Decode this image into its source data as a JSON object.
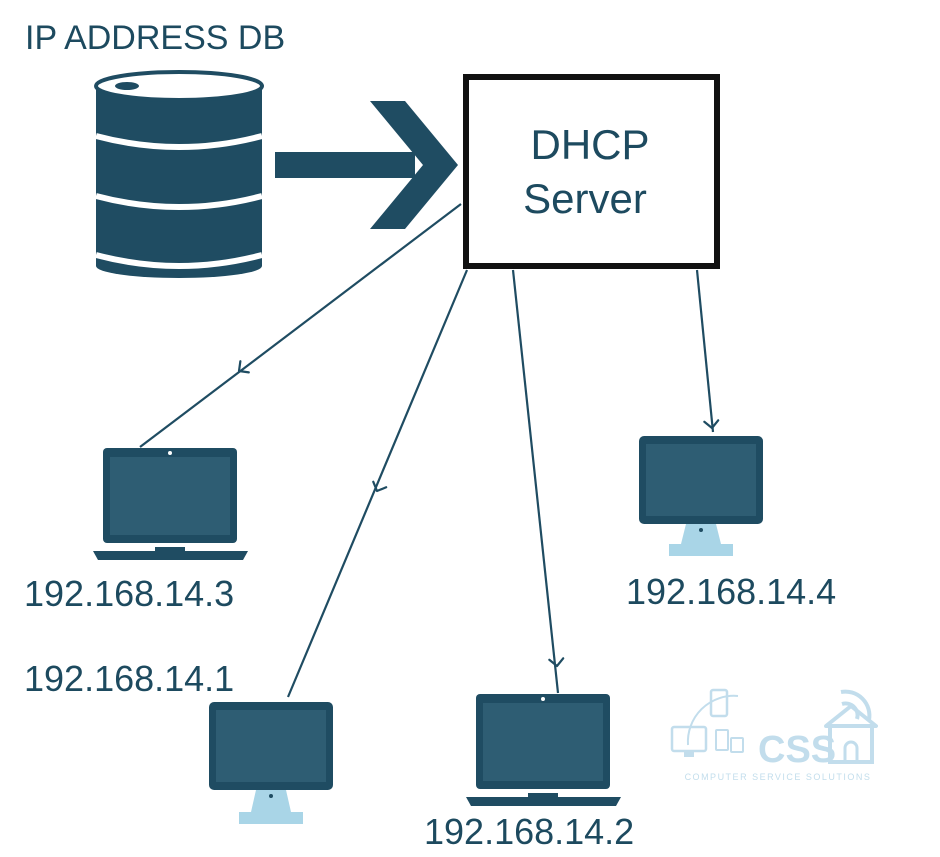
{
  "db": {
    "title": "IP ADDRESS DB"
  },
  "server": {
    "line1": "DHCP",
    "line2": "Server"
  },
  "clients": [
    {
      "ip": "192.168.14.3",
      "device": "laptop"
    },
    {
      "ip": "192.168.14.1",
      "device": "desktop"
    },
    {
      "ip": "192.168.14.2",
      "device": "laptop"
    },
    {
      "ip": "192.168.14.4",
      "device": "desktop"
    }
  ],
  "logo": {
    "text": "CSS",
    "tagline": "COMPUTER SERVICE SOLUTIONS"
  },
  "colors": {
    "primary": "#1f4c62",
    "screen": "#2e5d73",
    "stand": "#a9d5e7",
    "logo": "#bfdceb",
    "text": "#1d4a5f"
  }
}
